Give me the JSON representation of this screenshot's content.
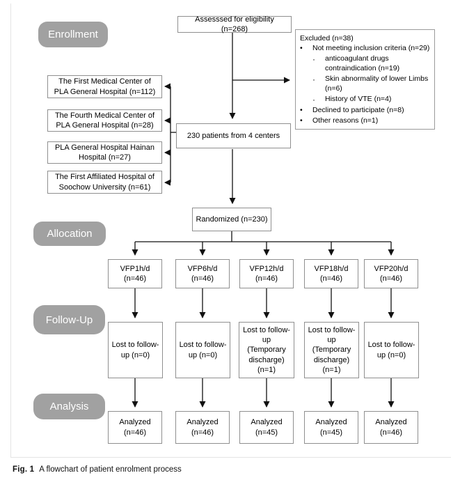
{
  "figure": {
    "caption_label": "Fig. 1",
    "caption_text": "A flowchart of patient enrolment process"
  },
  "stages": {
    "enrollment": "Enrollment",
    "allocation": "Allocation",
    "followup": "Follow-Up",
    "analysis": "Analysis"
  },
  "flow": {
    "assessed": "Assesssed for eligibility (n=268)",
    "patients": "230 patients from 4 centers",
    "randomized": "Randomized (n=230)"
  },
  "excluded": {
    "title": "Excluded (n=38)",
    "items": [
      {
        "level": 1,
        "text": "Not meeting inclusion criteria (n=29)"
      },
      {
        "level": 2,
        "text": "anticoagulant drugs contraindication (n=19)"
      },
      {
        "level": 2,
        "text": "Skin abnormality of lower Limbs (n=6)"
      },
      {
        "level": 2,
        "text": "History of VTE (n=4)"
      },
      {
        "level": 1,
        "text": "Declined to participate (n=8)"
      },
      {
        "level": 1,
        "text": "Other reasons (n=1)"
      }
    ]
  },
  "hospitals": [
    {
      "name": "The First Medical Center of PLA General Hospital (n=112)"
    },
    {
      "name": "The Fourth Medical Center of PLA General Hospital (n=28)"
    },
    {
      "name": "PLA General Hospital Hainan Hospital (n=27)"
    },
    {
      "name": "The First Affiliated Hospital of Soochow University (n=61)"
    }
  ],
  "columns": [
    {
      "arm": "VFP1h/d\n(n=46)",
      "followup": "Lost to follow-up (n=0)",
      "analyzed": "Analyzed\n(n=46)"
    },
    {
      "arm": "VFP6h/d\n(n=46)",
      "followup": "Lost to follow-up (n=0)",
      "analyzed": "Analyzed\n(n=46)"
    },
    {
      "arm": "VFP12h/d\n(n=46)",
      "followup": "Lost to follow-up (Temporary discharge)\n(n=1)",
      "analyzed": "Analyzed\n(n=45)"
    },
    {
      "arm": "VFP18h/d\n(n=46)",
      "followup": "Lost to follow-up (Temporary discharge)\n(n=1)",
      "analyzed": "Analyzed\n(n=45)"
    },
    {
      "arm": "VFP20h/d\n(n=46)",
      "followup": "Lost to follow-up (n=0)",
      "analyzed": "Analyzed\n(n=46)"
    }
  ],
  "icons": {
    "bullet": "•",
    "sub_bullet": "·"
  },
  "colors": {
    "stage_label_bg": "#a1a1a1",
    "box_border": "#8f8f8f",
    "arrow": "#111111",
    "background": "#ffffff"
  }
}
